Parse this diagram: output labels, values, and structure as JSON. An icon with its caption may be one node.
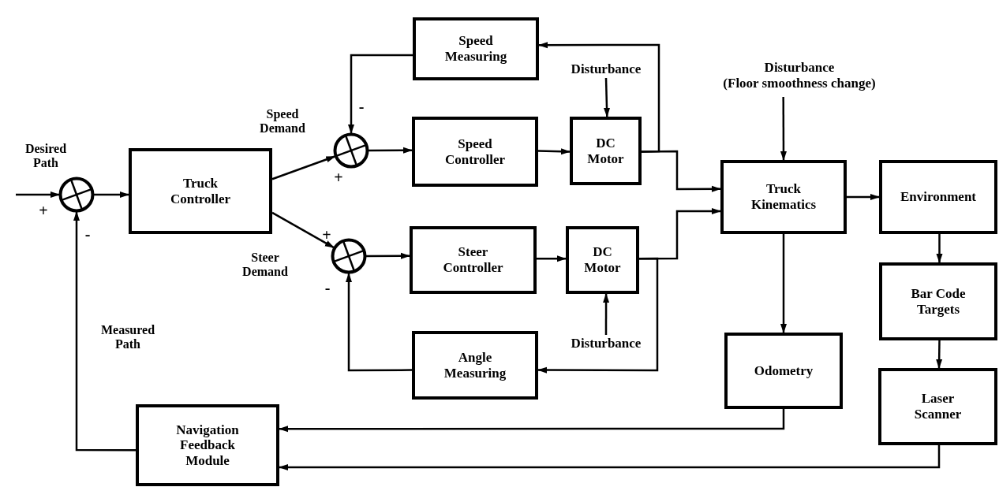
{
  "diagram": {
    "nodes": [
      {
        "text": [
          "Speed Measuring"
        ]
      },
      {
        "text": [
          "Disturbance"
        ]
      },
      {
        "text": [
          "Disturbance",
          "(Floor smoothness change)"
        ]
      },
      {
        "text": [],
        "shape": "circle"
      },
      {
        "text": [
          "Truck Controller"
        ]
      },
      {
        "text": [],
        "shape": "circle"
      },
      {
        "text": [
          "Speed Controller"
        ]
      },
      {
        "text": [
          "DC Motor"
        ]
      },
      {
        "text": [
          "Truck Kinematics"
        ]
      },
      {
        "text": [
          "Environment"
        ]
      },
      {
        "text": [],
        "shape": "circle"
      },
      {
        "text": [
          "Steer Controller"
        ]
      },
      {
        "text": [
          "DC Motor"
        ]
      },
      {
        "text": [
          "Bar Code Targets"
        ]
      },
      {
        "text": [
          "Angle Measuring"
        ]
      },
      {
        "text": [
          "Disturbance"
        ]
      },
      {
        "text": [
          "Odometry"
        ]
      },
      {
        "text": [
          "Laser Scanner"
        ]
      },
      {
        "text": [
          "Navigation Feedback Module"
        ]
      }
    ],
    "edges": [
      {
        "from": null,
        "to": 3,
        "arrow": "to"
      },
      {
        "from": 3,
        "to": 4,
        "arrow": "to"
      },
      {
        "from": 4,
        "to": 5,
        "arrow": "to"
      },
      {
        "from": 4,
        "to": 10,
        "arrow": "to"
      },
      {
        "from": 5,
        "to": 6,
        "arrow": "to"
      },
      {
        "from": 6,
        "to": 7,
        "arrow": "to"
      },
      {
        "from": 1,
        "to": 7,
        "arrow": "to"
      },
      {
        "from": 7,
        "to": 8,
        "arrow": "to"
      },
      {
        "from": 7,
        "to": 0,
        "arrow": "to"
      },
      {
        "from": 0,
        "to": 5,
        "arrow": "to"
      },
      {
        "from": 2,
        "to": 8,
        "arrow": "to"
      },
      {
        "from": 8,
        "to": 9,
        "arrow": "to"
      },
      {
        "from": 10,
        "to": 11,
        "arrow": "to"
      },
      {
        "from": 11,
        "to": 12,
        "arrow": "to"
      },
      {
        "from": 15,
        "to": 12,
        "arrow": "to"
      },
      {
        "from": 12,
        "to": 8,
        "arrow": "to"
      },
      {
        "from": 12,
        "to": 14,
        "arrow": "to"
      },
      {
        "from": 14,
        "to": 10,
        "arrow": "to"
      },
      {
        "from": 9,
        "to": 13,
        "arrow": "to"
      },
      {
        "from": 13,
        "to": 17,
        "arrow": "to"
      },
      {
        "from": 8,
        "to": 16,
        "arrow": "to"
      },
      {
        "from": 16,
        "to": 18,
        "arrow": "to"
      },
      {
        "from": 17,
        "to": 18,
        "arrow": "to"
      },
      {
        "from": 18,
        "to": 3,
        "arrow": "to"
      }
    ],
    "labels": [
      "Desired Path",
      "+",
      "-",
      "Speed Demand",
      "-",
      "+",
      "Steer Demand",
      "+",
      "-",
      "Measured Path"
    ]
  }
}
